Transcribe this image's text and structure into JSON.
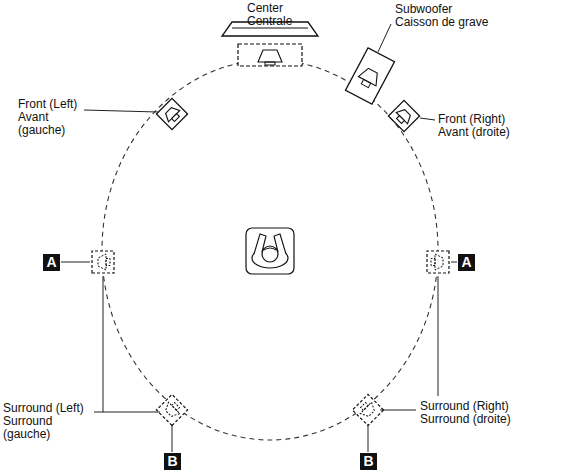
{
  "diagram": {
    "labels": [
      "Center",
      "Centrale",
      "Subwoofer",
      "Caisson de grave",
      "Front (Left)",
      "Avant (gauche)",
      "Front (Right)",
      "Avant (droite)",
      "Surround (Left)",
      "Surround (gauche)",
      "Surround (Right)",
      "Surround (droite)",
      "A",
      "A",
      "B",
      "B"
    ]
  }
}
